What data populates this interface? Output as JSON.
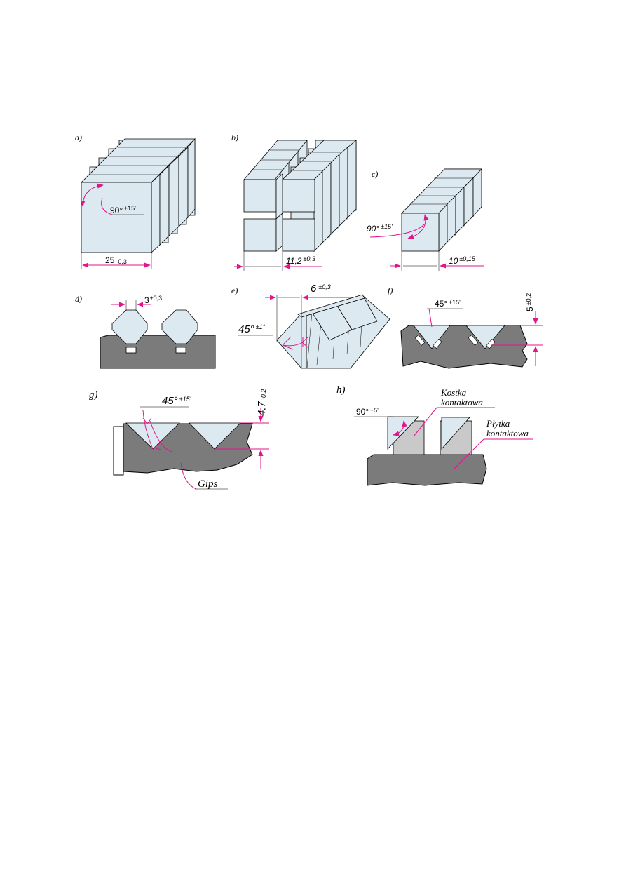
{
  "panels": {
    "a": {
      "label": "a)",
      "angle": "90°",
      "angle_tol": "±15'",
      "dim": "25",
      "dim_tol": "-0,3"
    },
    "b": {
      "label": "b)",
      "dim": "11,2",
      "dim_tol": "±0,3"
    },
    "c": {
      "label": "c)",
      "angle": "90°",
      "angle_tol": "±15'",
      "dim": "10",
      "dim_tol": "±0,15"
    },
    "d": {
      "label": "d)",
      "dim": "3",
      "dim_tol": "±0,3"
    },
    "e": {
      "label": "e)",
      "dim": "6",
      "dim_tol": "±0,3",
      "angle": "45°",
      "angle_tol": "±1°"
    },
    "f": {
      "label": "f)",
      "angle": "45°",
      "angle_tol": "±15'",
      "dim": "5",
      "dim_tol": "±0,2"
    },
    "g": {
      "label": "g)",
      "angle": "45°",
      "angle_tol": "±15'",
      "dim": "4,7",
      "dim_tol": "-0,2",
      "material": "Gips"
    },
    "h": {
      "label": "h)",
      "angle": "90°",
      "angle_tol": "±5'",
      "cube_line1": "Kostka",
      "cube_line2": "kontaktowa",
      "plate_line1": "Płytka",
      "plate_line2": "kontaktowa"
    }
  },
  "colors": {
    "block": "#dde9f0",
    "dimension": "#e0168a",
    "base": "#7b7b7b",
    "grey_block": "#c9c9c9"
  }
}
